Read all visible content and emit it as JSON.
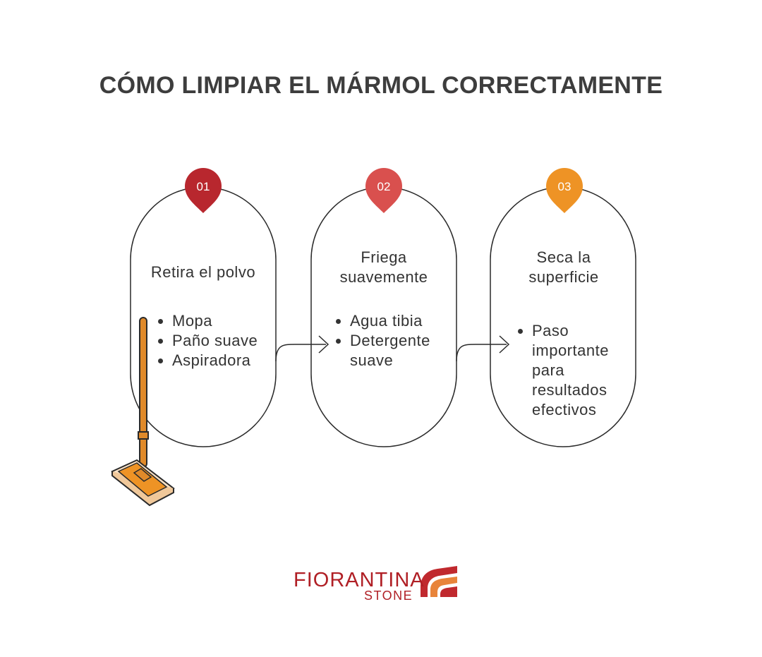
{
  "title": "CÓMO LIMPIAR EL MÁRMOL CORRECTAMENTE",
  "steps": [
    {
      "number": "01",
      "title": "Retira el polvo",
      "color": "#b8272e",
      "bullets": [
        "Mopa",
        "Paño suave",
        "Aspiradora"
      ]
    },
    {
      "number": "02",
      "title": "Friega suavemente",
      "color": "#d9504e",
      "bullets": [
        "Agua tibia",
        "Detergente suave"
      ]
    },
    {
      "number": "03",
      "title": "Seca la superficie",
      "color": "#ee9325",
      "bullets": [
        "Paso importante para resultados efectivos"
      ]
    }
  ],
  "logo": {
    "name": "FIORANTINA",
    "sub": "STONE",
    "color": "#b01f25"
  },
  "icons": {
    "mop": "mop-icon"
  }
}
